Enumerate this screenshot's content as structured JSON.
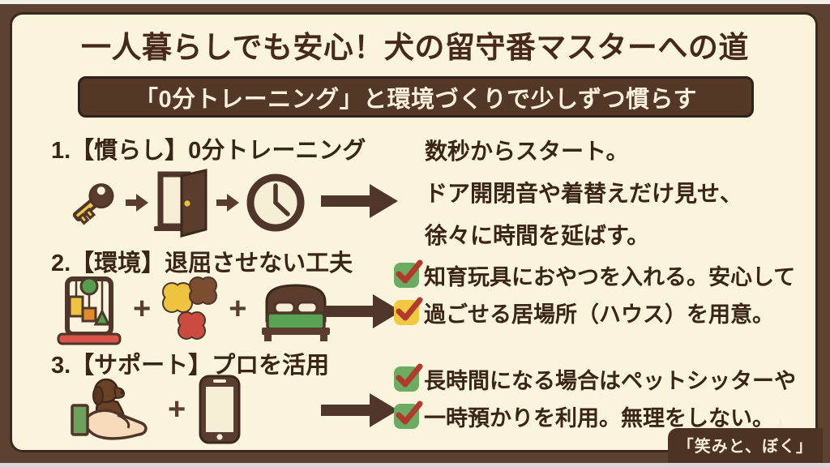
{
  "title": "一人暮らしでも安心！犬の留守番マスターへの道",
  "banner": "「0分トレーニング」と環境づくりで少しずつ慣らす",
  "sections": [
    {
      "heading": "1.【慣らし】0分トレーニング",
      "icons": [
        "key-icon",
        "arrow-right-icon",
        "open-door-icon",
        "arrow-right-icon",
        "clock-icon",
        "big-arrow-icon"
      ],
      "lines": [
        "数秒からスタート。",
        "ドア開閉音や着替えだけ見せ、",
        "徐々に時間を延ばす。"
      ]
    },
    {
      "heading": "2.【環境】退屈させない工夫",
      "icons": [
        "toy-stand-icon",
        "plus",
        "treats-icon",
        "plus",
        "bed-icon",
        "big-arrow-icon"
      ],
      "items": [
        {
          "checkbox_color": "green",
          "text": "知育玩具におやつを入れる。安心して"
        },
        {
          "checkbox_color": "yellow",
          "text": "過ごせる居場所（ハウス）を用意。"
        }
      ]
    },
    {
      "heading": "3.【サポート】プロを活用",
      "icons": [
        "hand-with-puppy-icon",
        "plus",
        "smartphone-icon",
        "big-arrow-icon"
      ],
      "items": [
        {
          "checkbox_color": "green",
          "text": "長時間になる場合はペットシッターや"
        },
        {
          "checkbox_color": "green",
          "text": "一時預かりを利用。無理をしない。"
        }
      ]
    }
  ],
  "symbols": {
    "plus": "+"
  },
  "footer": {
    "label": "「笑みと、ぼく」"
  },
  "colors": {
    "frame_brown": "#5d4232",
    "panel_cream": "#faf4dd",
    "text_brown": "#3a2517",
    "banner_bg": "#543826",
    "banner_text": "#f8f0d8",
    "arrow_brown": "#5a3d2c",
    "check_red": "#b23a2d",
    "checkbox_green": "#6cab62",
    "checkbox_yellow": "#f2c840",
    "key_yellow": "#f0c744",
    "bed_green": "#5aa355",
    "toy_base_red": "#d95548"
  }
}
